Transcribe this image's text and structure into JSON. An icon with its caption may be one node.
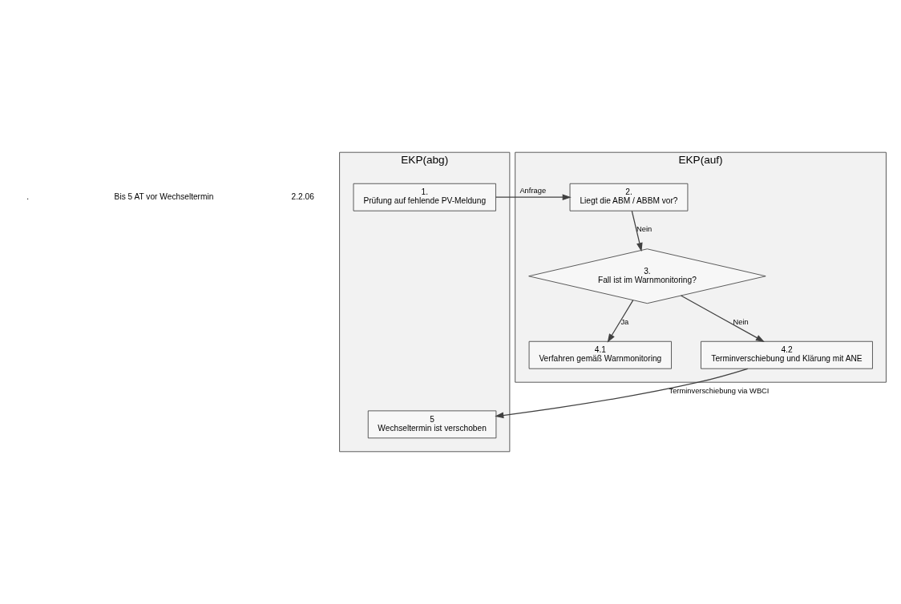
{
  "diagram": {
    "nodes": [
      {
        "text": [
          "EKP(abg)"
        ]
      },
      {
        "text": [
          "EKP(auf)"
        ]
      },
      {
        "text": [
          "1.",
          "Prüfung auf fehlende PV-Meldung"
        ],
        "in": 0
      },
      {
        "text": [
          "2.",
          "Liegt die ABM / ABBM vor?"
        ],
        "in": 1
      },
      {
        "text": [
          "3.",
          "Fall ist im Warnmonitoring?"
        ],
        "in": 1
      },
      {
        "text": [
          "4.1",
          "Verfahren gemäß Warnmonitoring"
        ],
        "in": 1
      },
      {
        "text": [
          "4.2",
          "Terminverschiebung und Klärung mit ANE"
        ],
        "in": 1
      },
      {
        "text": [
          "5",
          "Wechseltermin ist verschoben"
        ],
        "in": 0
      }
    ],
    "edges": [
      {
        "from": 2,
        "to": 3,
        "arrow": "to",
        "label": "Anfrage"
      },
      {
        "from": 3,
        "to": 4,
        "arrow": "to",
        "label": "Nein"
      },
      {
        "from": 4,
        "to": 5,
        "arrow": "to",
        "label": "Ja"
      },
      {
        "from": 4,
        "to": 6,
        "arrow": "to",
        "label": "Nein"
      },
      {
        "from": 6,
        "to": 7,
        "arrow": "to",
        "label": "Terminverschiebung via WBCI"
      }
    ],
    "labels": [
      ".",
      "Bis 5 AT vor Wechseltermin",
      "2.2.06"
    ]
  }
}
